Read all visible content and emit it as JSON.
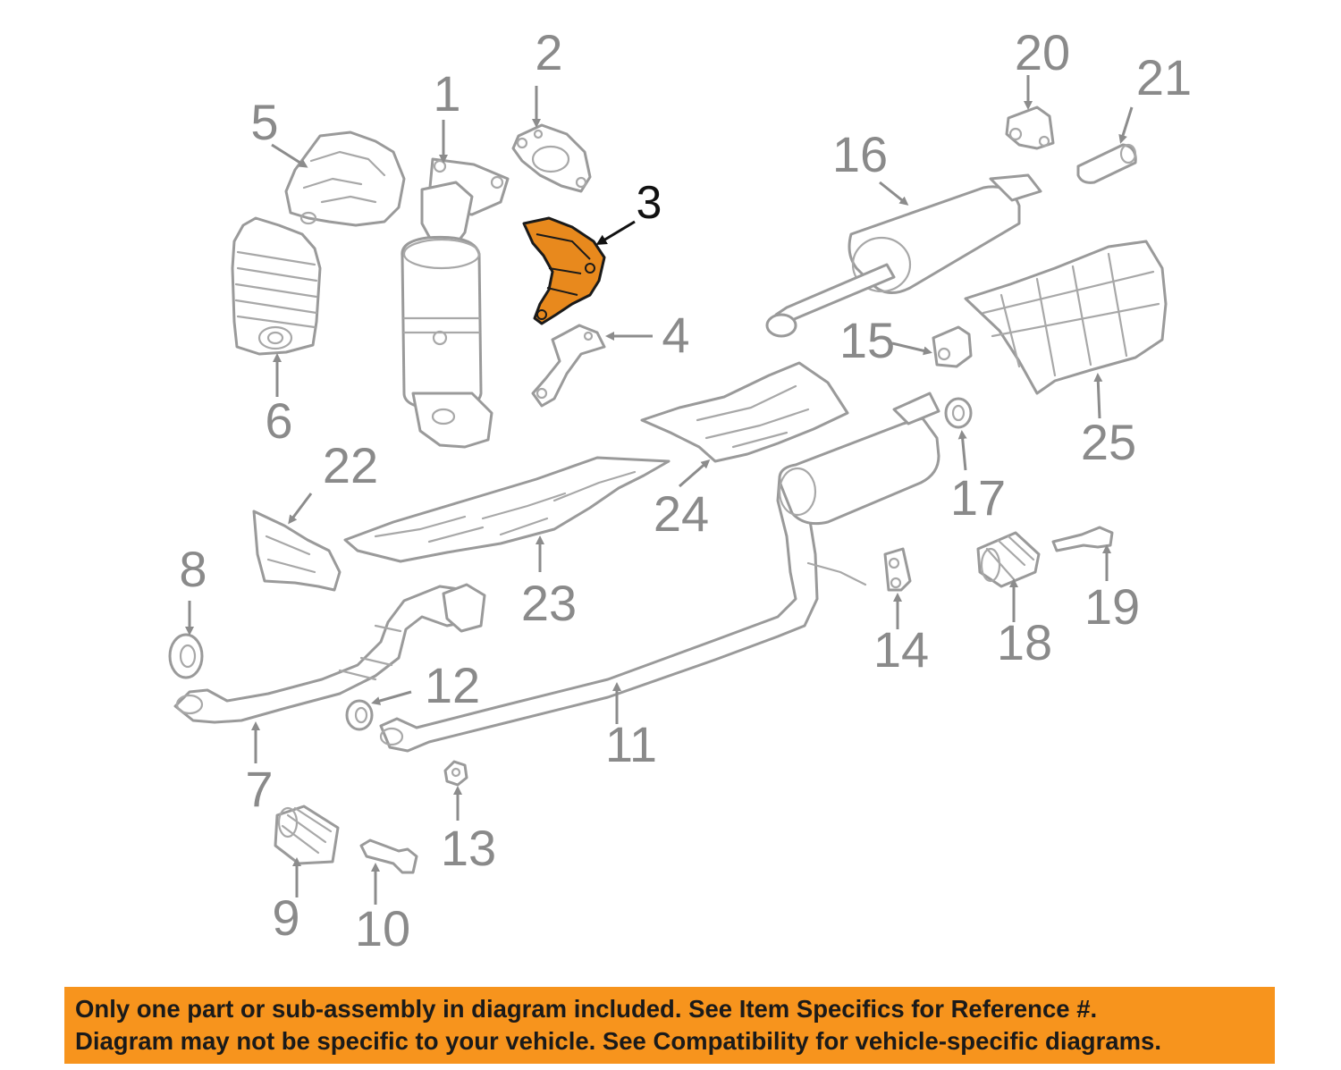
{
  "diagram": {
    "highlight_color": "#e8891d",
    "highlighted_part": "3",
    "labels": [
      "1",
      "2",
      "3",
      "4",
      "5",
      "6",
      "7",
      "8",
      "9",
      "10",
      "11",
      "12",
      "13",
      "14",
      "15",
      "16",
      "17",
      "18",
      "19",
      "20",
      "21",
      "22",
      "23",
      "24",
      "25"
    ]
  },
  "banner": {
    "color": "#f7941d",
    "line1": "Only one part or sub-assembly in diagram included. See Item Specifics for Reference #.",
    "line2": "Diagram may not be specific to your vehicle. See Compatibility for vehicle-specific diagrams."
  }
}
